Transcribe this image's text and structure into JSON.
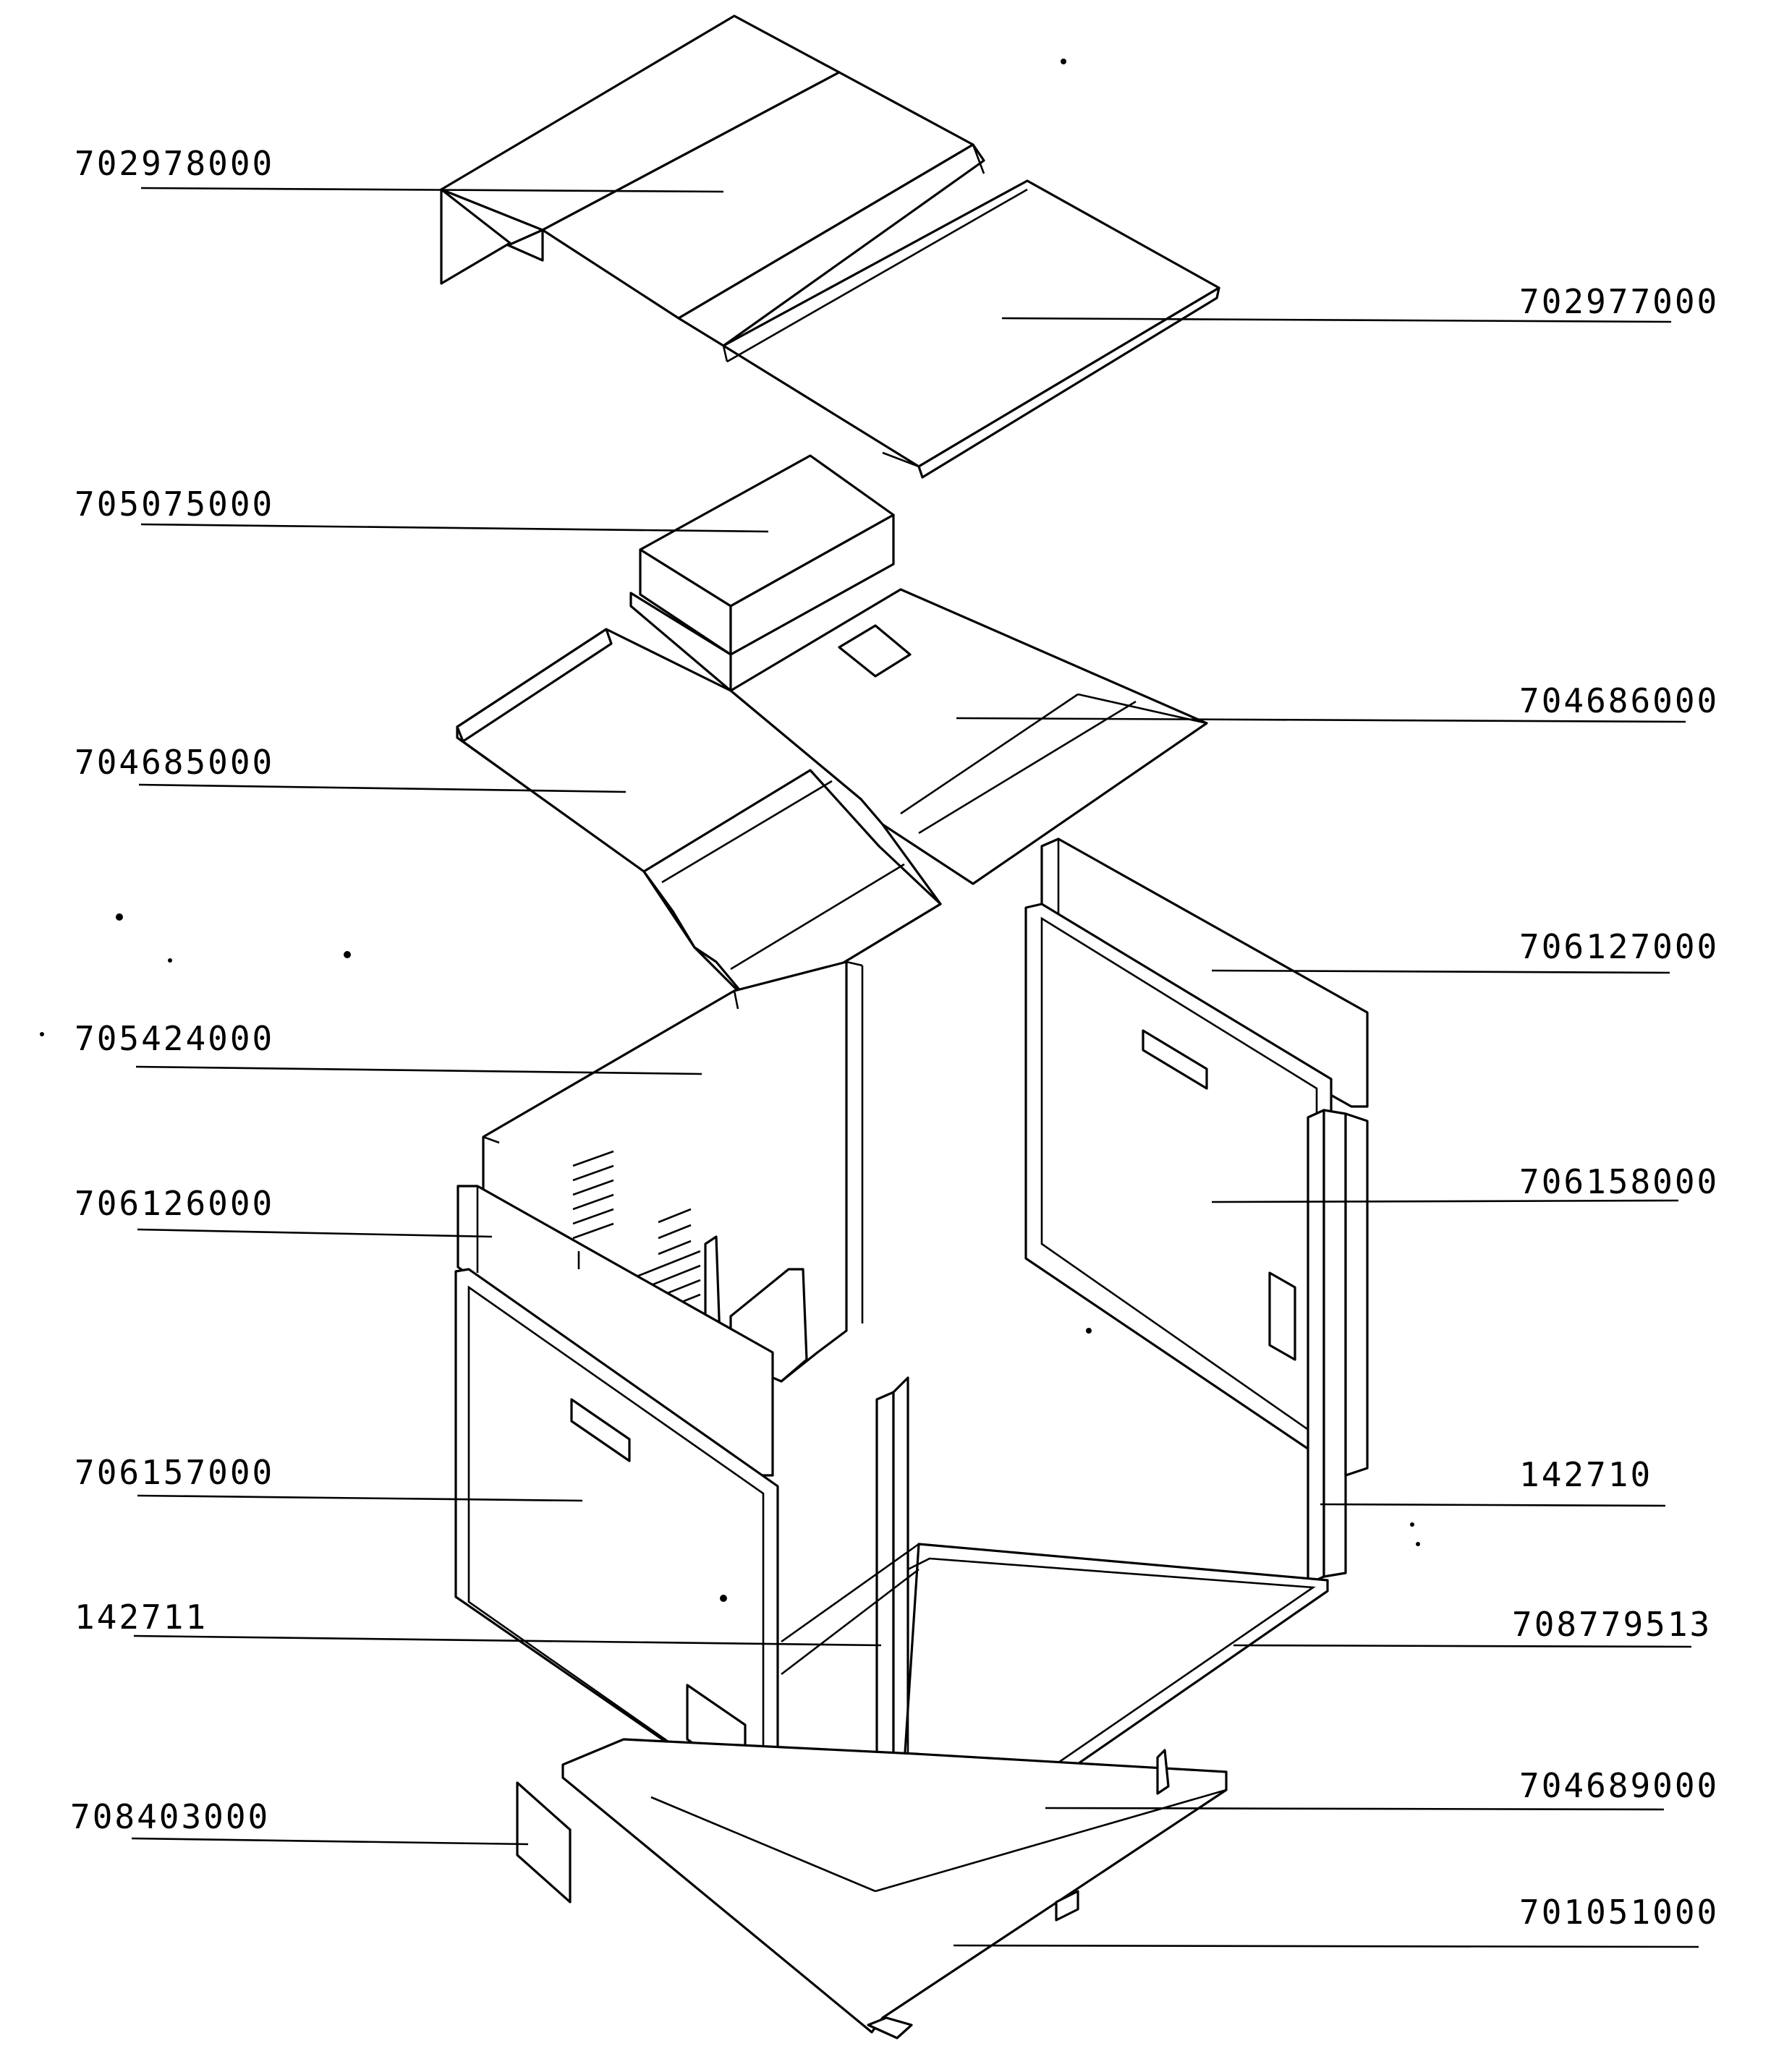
{
  "callouts": [
    {
      "id": "702978000",
      "label": "702978000"
    },
    {
      "id": "702977000",
      "label": "702977000"
    },
    {
      "id": "705075000",
      "label": "705075000"
    },
    {
      "id": "704686000",
      "label": "704686000"
    },
    {
      "id": "704685000",
      "label": "704685000"
    },
    {
      "id": "706127000",
      "label": "706127000"
    },
    {
      "id": "705424000",
      "label": "705424000"
    },
    {
      "id": "706158000",
      "label": "706158000"
    },
    {
      "id": "706126000",
      "label": "706126000"
    },
    {
      "id": "706157000",
      "label": "706157000"
    },
    {
      "id": "142710",
      "label": "142710"
    },
    {
      "id": "142711",
      "label": "142711"
    },
    {
      "id": "708779513",
      "label": "708779513"
    },
    {
      "id": "708403000",
      "label": "708403000"
    },
    {
      "id": "704689000",
      "label": "704689000"
    },
    {
      "id": "701051000",
      "label": "701051000"
    }
  ]
}
